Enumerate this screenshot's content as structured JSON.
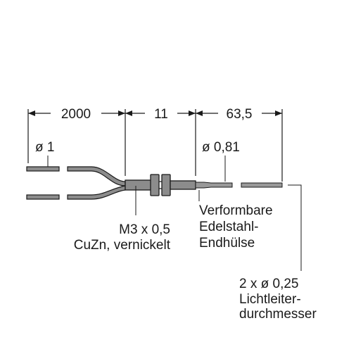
{
  "dimensions": {
    "fiber_length": "2000",
    "sleeve_length": "11",
    "tube_length": "63,5"
  },
  "labels": {
    "fiber_diameter": "ø 1",
    "tube_diameter": "ø 0,81",
    "thread_line1": "M3 x 0,5",
    "thread_line2": "CuZn, vernickelt",
    "sleeve_line1": "Verformbare",
    "sleeve_line2": "Edelstahl-",
    "sleeve_line3": "Endhülse",
    "core_line1": "2 x ø 0,25",
    "core_line2": "Lichtleiter-",
    "core_line3": "durchmesser"
  },
  "colors": {
    "drawing": "#1a1a1a",
    "fill_gray": "#8c8c8c"
  }
}
